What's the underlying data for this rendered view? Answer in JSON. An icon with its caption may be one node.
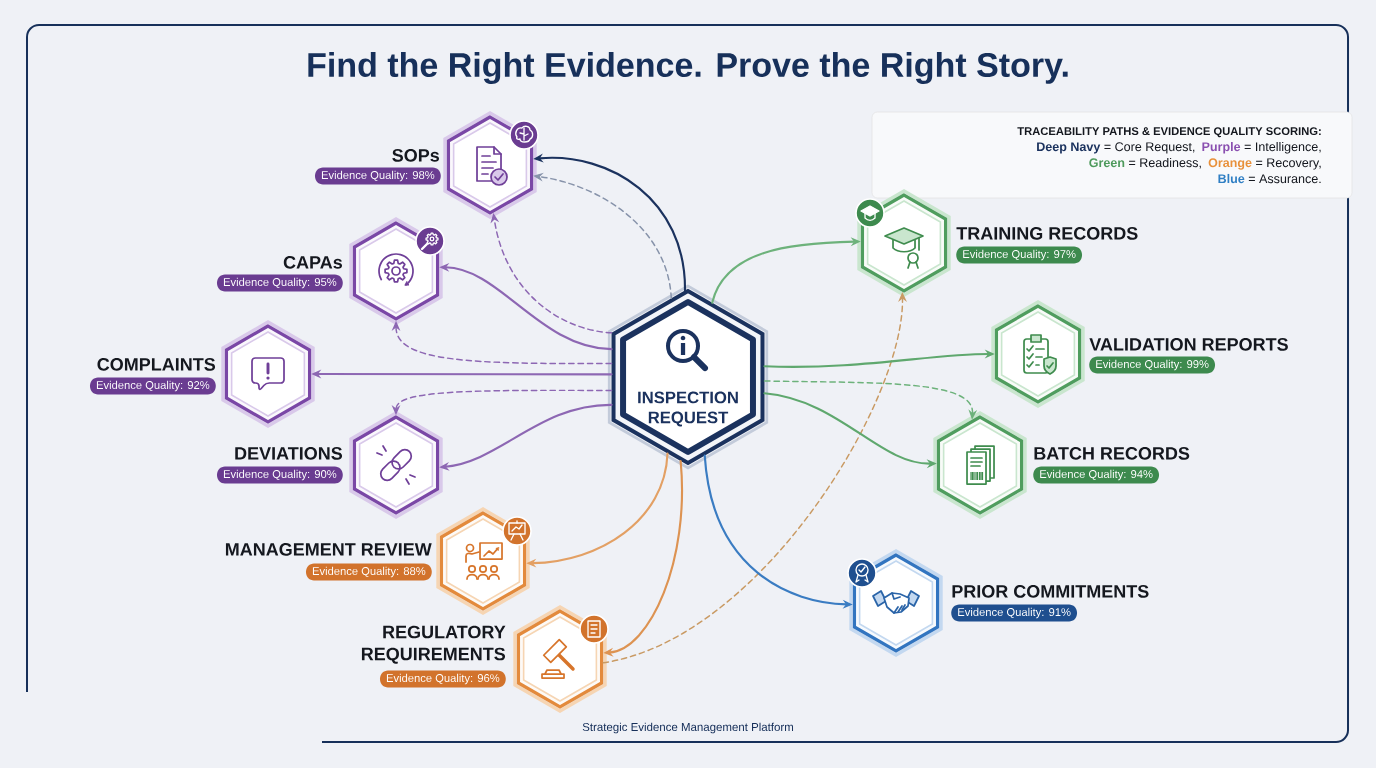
{
  "diagram": {
    "title": "Find the Right Evidence. Prove the Right Story.",
    "nodes": [
      {
        "text": [
          "INSPECTION REQUEST"
        ]
      },
      {
        "text": [
          "SOPs",
          "Evidence Quality: 98%"
        ]
      },
      {
        "text": [
          "CAPAs",
          "Evidence Quality: 95%"
        ]
      },
      {
        "text": [
          "COMPLAINTS",
          "Evidence Quality: 92%"
        ]
      },
      {
        "text": [
          "DEVIATIONS",
          "Evidence Quality: 90%"
        ]
      },
      {
        "text": [
          "MANAGEMENT REVIEW",
          "Evidence Quality: 88%"
        ]
      },
      {
        "text": [
          "REGULATORY REQUIREMENTS",
          "Evidence Quality: 96%"
        ]
      },
      {
        "text": [
          "TRAINING RECORDS",
          "Evidence Quality: 97%"
        ]
      },
      {
        "text": [
          "VALIDATION REPORTS",
          "Evidence Quality: 99%"
        ]
      },
      {
        "text": [
          "BATCH RECORDS",
          "Evidence Quality: 94%"
        ]
      },
      {
        "text": [
          "PRIOR COMMITMENTS",
          "Evidence Quality: 91%"
        ]
      }
    ],
    "edges": [
      {
        "from": 0,
        "to": 1,
        "arrow": "to",
        "color": "#1b325e"
      },
      {
        "from": 0,
        "to": 1,
        "arrow": "to",
        "style": "dashed",
        "color": "#8793aa"
      },
      {
        "from": 0,
        "to": 1,
        "arrow": "to",
        "style": "dashed"
      },
      {
        "from": 0,
        "to": 2,
        "arrow": "to"
      },
      {
        "from": 0,
        "to": 2,
        "arrow": "to",
        "style": "dashed"
      },
      {
        "from": 0,
        "to": 3,
        "arrow": "to"
      },
      {
        "from": 0,
        "to": 4,
        "arrow": "to",
        "style": "dashed"
      },
      {
        "from": 0,
        "to": 4,
        "arrow": "to"
      },
      {
        "from": 0,
        "to": 5,
        "arrow": "to",
        "color": "#e3a064"
      },
      {
        "from": 0,
        "to": 6,
        "arrow": "to",
        "color": "#dd9352"
      },
      {
        "from": 6,
        "to": 7,
        "arrow": "to",
        "style": "dashed",
        "color": "#c99a63"
      },
      {
        "from": 0,
        "to": 7,
        "arrow": "to",
        "color": "#6db27b"
      },
      {
        "from": 0,
        "to": 8,
        "arrow": "to",
        "color": "#5fa86e"
      },
      {
        "from": 0,
        "to": 9,
        "arrow": "to",
        "style": "dashed",
        "color": "#6db27b"
      },
      {
        "from": 0,
        "to": 9,
        "arrow": "to",
        "color": "#5fa86e"
      },
      {
        "from": 0,
        "to": 10,
        "arrow": "to",
        "color": "#3a7cc2"
      }
    ],
    "labels": [
      "TRACEABILITY PATHS & EVIDENCE QUALITY SCORING:",
      "Strategic Evidence Management Platform"
    ],
    "legend": [
      {
        "text": "**Deep Navy** = Core Request,",
        "color": "#1b325e"
      },
      {
        "text": "**Purple** = Intelligence,",
        "color": "#8a4fb0"
      },
      {
        "text": "**Green** = Readiness,",
        "color": "#4e9a5c"
      },
      {
        "text": "**Orange** = Recovery,",
        "color": "#e8903a"
      },
      {
        "text": "**Blue** = Assurance.",
        "color": "#2f7fc4"
      }
    ]
  }
}
